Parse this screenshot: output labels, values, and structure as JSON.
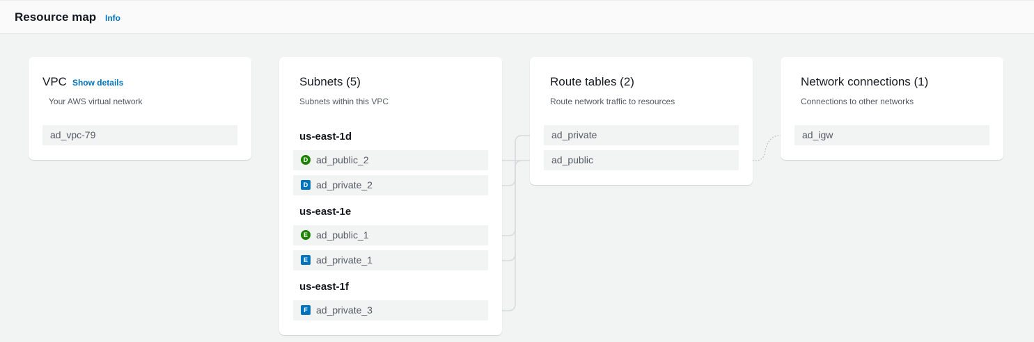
{
  "header": {
    "title": "Resource map",
    "info": "Info"
  },
  "vpc": {
    "title": "VPC",
    "show_details": "Show details",
    "description": "Your AWS virtual network",
    "items": [
      "ad_vpc-79"
    ]
  },
  "subnets": {
    "title": "Subnets (5)",
    "description": "Subnets within this VPC",
    "zones": [
      {
        "name": "us-east-1d",
        "items": [
          {
            "label": "ad_public_2",
            "badge": "D",
            "type": "public"
          },
          {
            "label": "ad_private_2",
            "badge": "D",
            "type": "private"
          }
        ]
      },
      {
        "name": "us-east-1e",
        "items": [
          {
            "label": "ad_public_1",
            "badge": "E",
            "type": "public"
          },
          {
            "label": "ad_private_1",
            "badge": "E",
            "type": "private"
          }
        ]
      },
      {
        "name": "us-east-1f",
        "items": [
          {
            "label": "ad_private_3",
            "badge": "F",
            "type": "private"
          }
        ]
      }
    ]
  },
  "route_tables": {
    "title": "Route tables (2)",
    "description": "Route network traffic to resources",
    "items": [
      "ad_private",
      "ad_public"
    ]
  },
  "network_connections": {
    "title": "Network connections (1)",
    "description": "Connections to other networks",
    "items": [
      "ad_igw"
    ]
  },
  "colors": {
    "public_badge": "#1d8102",
    "private_badge": "#0073bb",
    "link": "#0073bb",
    "connector": "#d5dbdb"
  }
}
